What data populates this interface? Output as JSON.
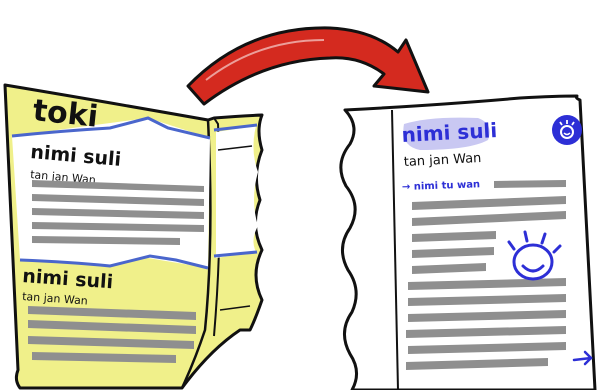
{
  "colors": {
    "paper_yellow": "#f0f08a",
    "paper_white": "#ffffff",
    "ink": "#111111",
    "accent_blue": "#2d2fd6",
    "highlight_lavender": "#c9c8f2",
    "placeholder_gray": "#8f8f8f",
    "arrow_red": "#d42a1f",
    "stripe_blue": "#4a66cc"
  },
  "icons": {
    "transition_arrow": "curved-arrow-icon",
    "badge": "smiley-badge-icon",
    "decoration": "smiling-sun-icon",
    "more": "right-arrow-icon"
  },
  "left_page": {
    "header": "toki",
    "article_1": {
      "title": "nimi suli",
      "subtitle": "tan jan Wan"
    },
    "article_2": {
      "title": "nimi suli",
      "subtitle": "tan jan Wan"
    }
  },
  "right_page": {
    "title": "nimi suli",
    "subtitle": "tan jan Wan",
    "link_text": "→ nimi tu wan"
  }
}
